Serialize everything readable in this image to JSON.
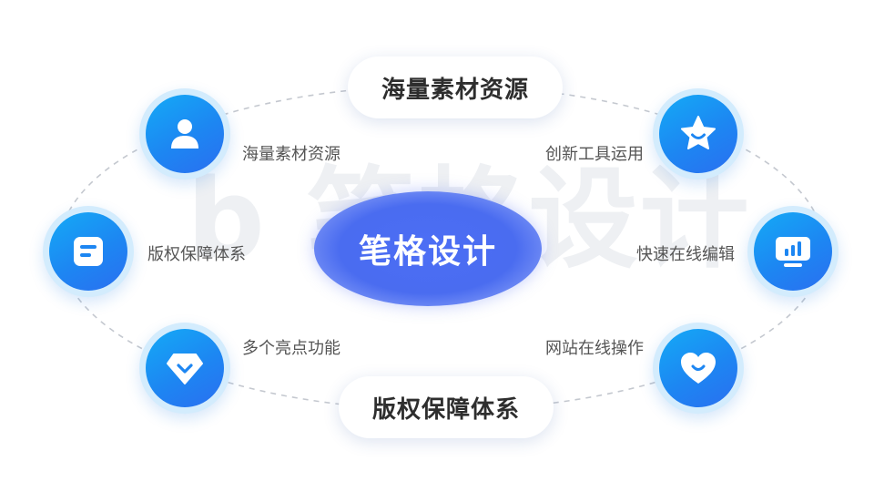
{
  "center": {
    "title": "笔格设计"
  },
  "watermark": {
    "text": "b 笔格设计"
  },
  "pills": {
    "top": "海量素材资源",
    "bottom": "版权保障体系"
  },
  "nodes": [
    {
      "id": "user",
      "label": "海量素材资源",
      "icon": "user-icon"
    },
    {
      "id": "star",
      "label": "创新工具运用",
      "icon": "star-icon"
    },
    {
      "id": "doc",
      "label": "版权保障体系",
      "icon": "document-icon"
    },
    {
      "id": "chart",
      "label": "快速在线编辑",
      "icon": "monitor-chart-icon"
    },
    {
      "id": "diamond",
      "label": "多个亮点功能",
      "icon": "diamond-icon"
    },
    {
      "id": "heart",
      "label": "网站在线操作",
      "icon": "heart-icon"
    }
  ],
  "colors": {
    "node_gradient_start": "#14aaf6",
    "node_gradient_end": "#2a6ff0",
    "center_fill": "#4c6ef5",
    "ring_stroke": "#c4c8cf"
  }
}
